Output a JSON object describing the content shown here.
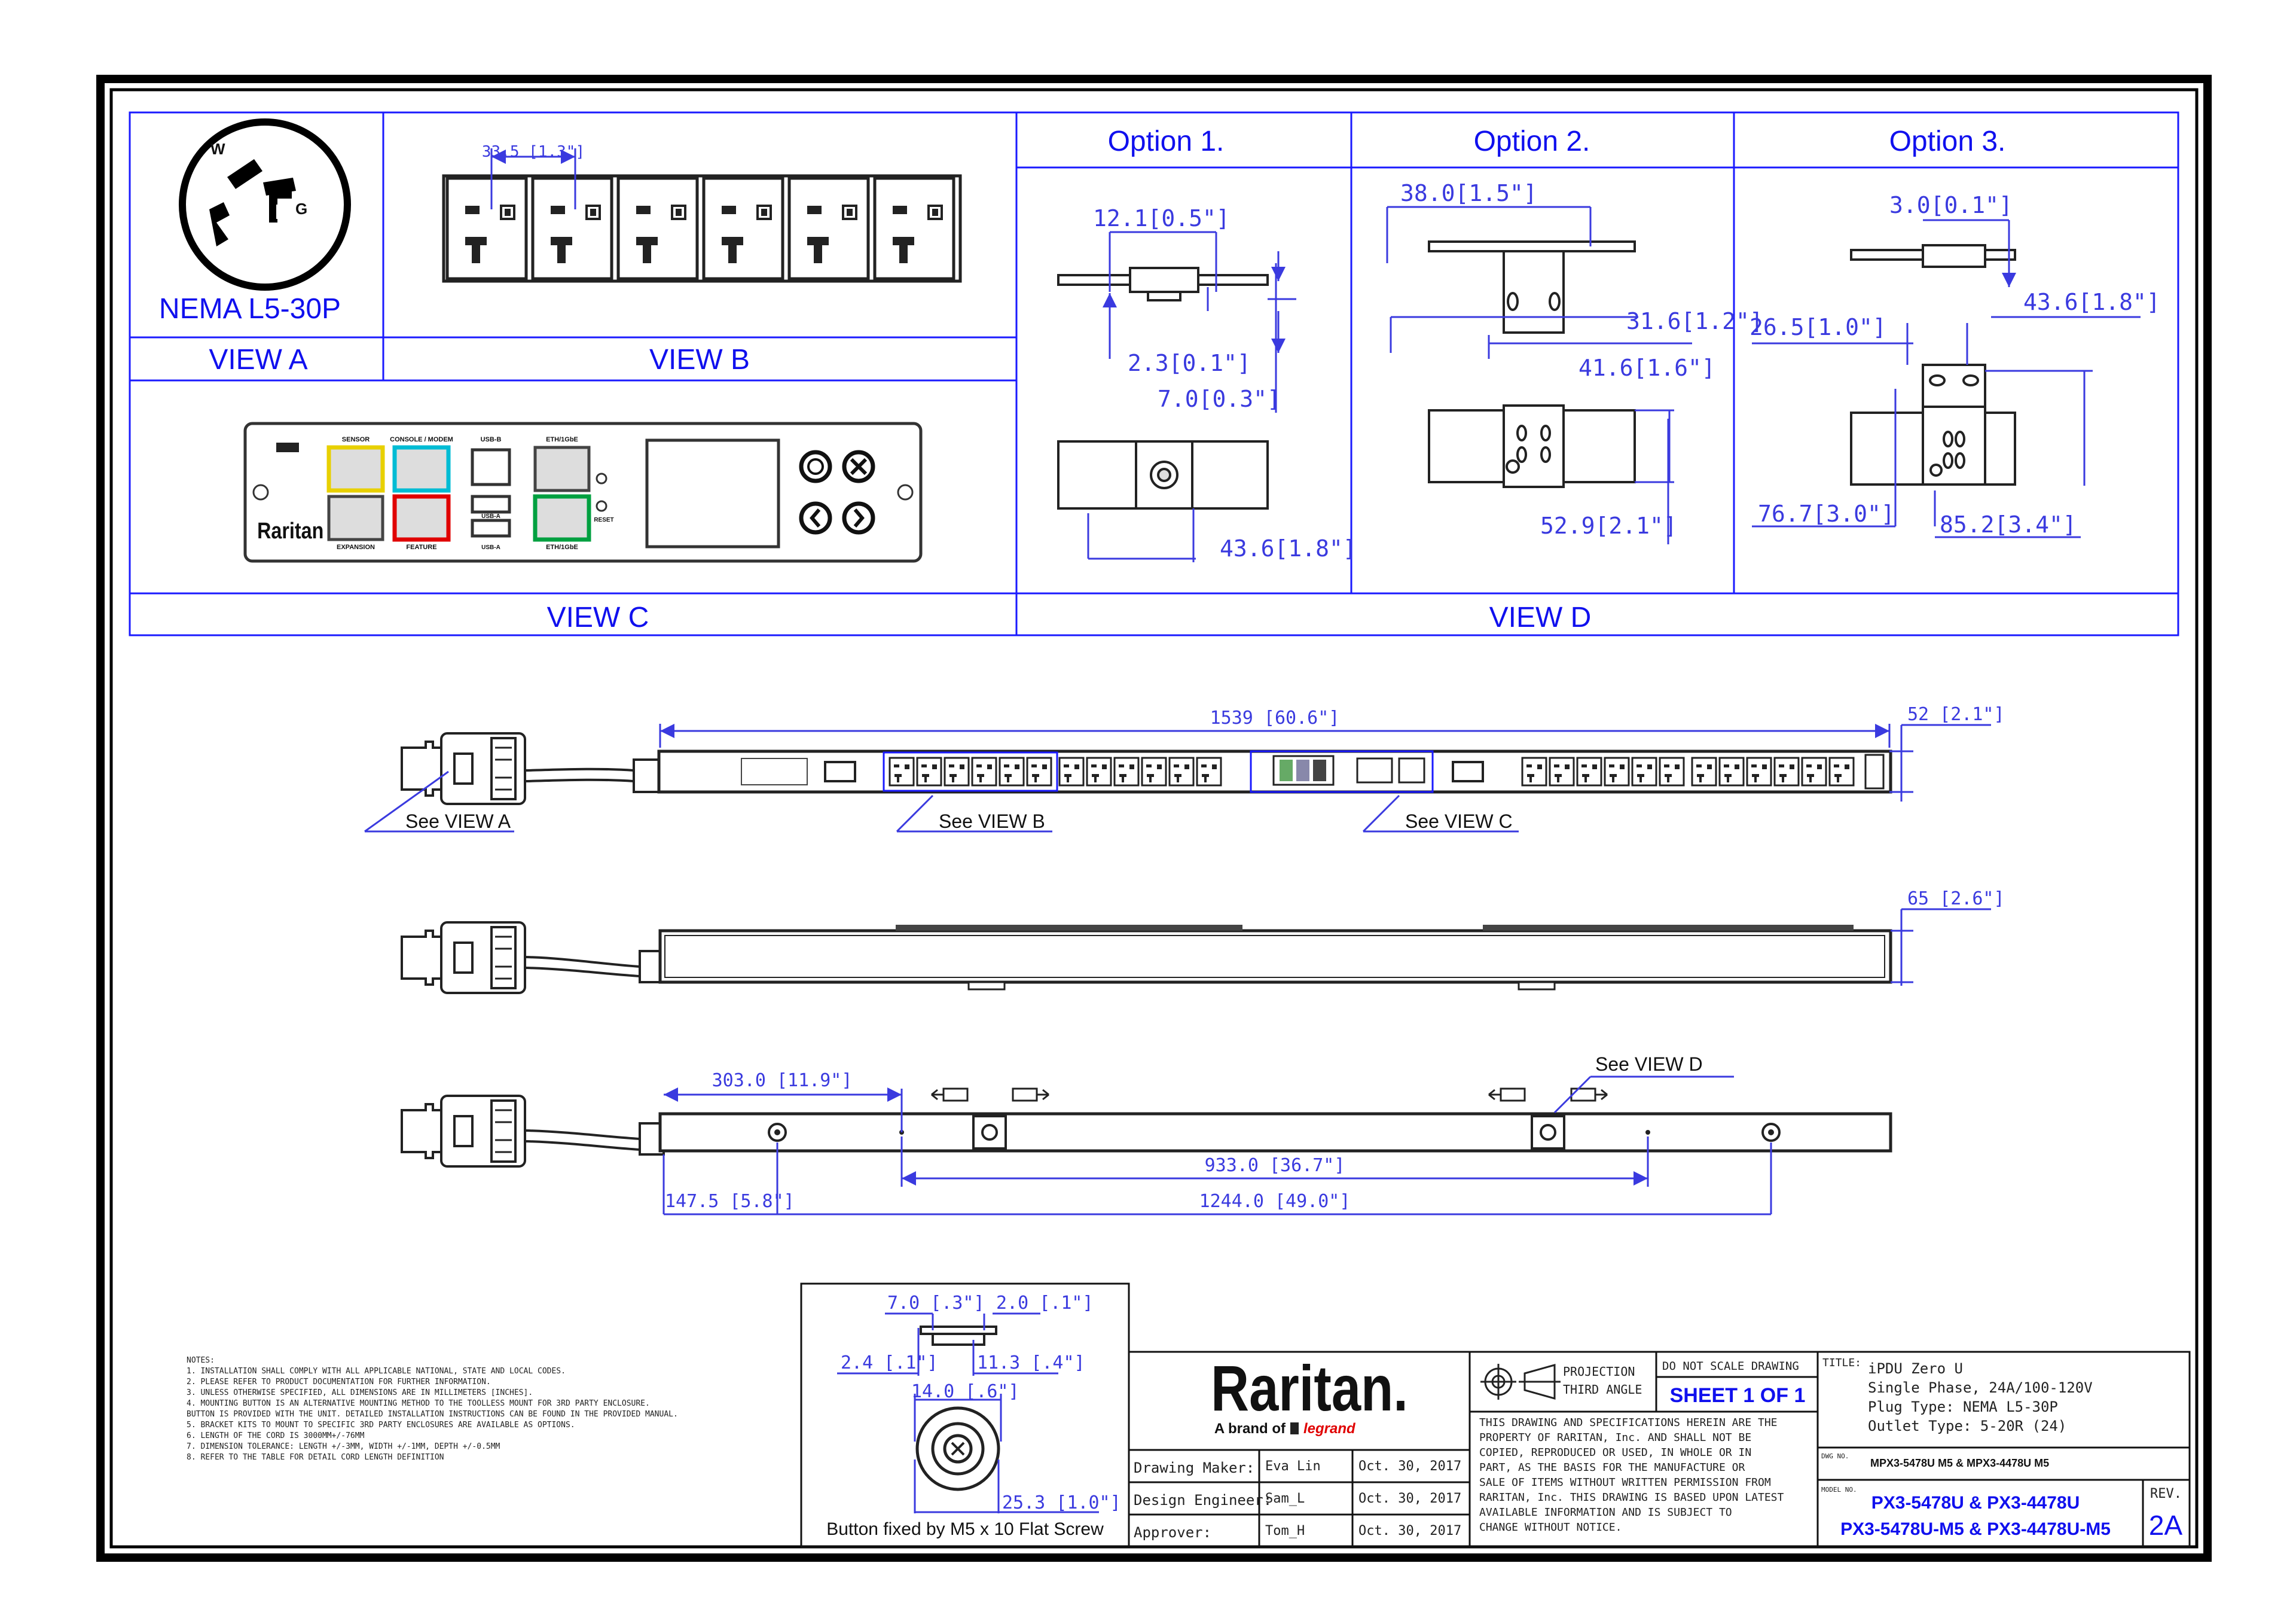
{
  "views": {
    "plug_label": "NEMA L5-30P",
    "plug_w": "W",
    "plug_g": "G",
    "view_a": "VIEW A",
    "view_b": "VIEW B",
    "view_c": "VIEW C",
    "view_d": "VIEW D",
    "option1": "Option 1.",
    "option2": "Option  2.",
    "option3": "Option 3."
  },
  "view_b_dims": {
    "outlet_pitch": "33.5 [1.3\"]"
  },
  "view_c_labels": {
    "brand": "Raritan",
    "sensor": "SENSOR",
    "console": "CONSOLE / MODEM",
    "usb_b": "USB-B",
    "eth1": "ETH/1GbE",
    "expansion": "EXPANSION",
    "feature": "FEATURE",
    "usb_a1": "USB-A",
    "usb_a2": "USB-A",
    "eth2": "ETH/1GbE",
    "reset": "RESET"
  },
  "option1_dims": {
    "a": "12.1[0.5\"]",
    "b": "2.3[0.1\"]",
    "c": "7.0[0.3\"]",
    "d": "43.6[1.8\"]"
  },
  "option2_dims": {
    "a": "38.0[1.5\"]",
    "b": "31.6[1.2\"]",
    "c": "41.6[1.6\"]",
    "d": "52.9[2.1\"]"
  },
  "option3_dims": {
    "a": "3.0[0.1\"]",
    "b": "26.5[1.0\"]",
    "c": "43.6[1.8\"]",
    "d": "76.7[3.0\"]",
    "e": "85.2[3.4\"]"
  },
  "main_dims": {
    "length": "1539  [60.6\"]",
    "width": "52  [2.1\"]",
    "depth": "65  [2.6\"]",
    "d303": "303.0  [11.9\"]",
    "d933": "933.0  [36.7\"]",
    "d1475": "147.5  [5.8\"]",
    "d1244": "1244.0  [49.0\"]"
  },
  "callouts": {
    "see_a": "See VIEW A",
    "see_b": "See VIEW B",
    "see_c": "See VIEW C",
    "see_d": "See VIEW D"
  },
  "button_detail": {
    "d1": "7.0  [.3\"]",
    "d2": "2.0  [.1\"]",
    "d3": "2.4  [.1\"]",
    "d4": "11.3  [.4\"]",
    "d5": "14.0  [.6\"]",
    "d6": "25.3  [1.0\"]",
    "caption": "Button fixed by M5 x 10 Flat Screw"
  },
  "notes": [
    "NOTES:",
    "1. INSTALLATION SHALL COMPLY WITH ALL APPLICABLE NATIONAL, STATE AND LOCAL CODES.",
    "2. PLEASE REFER TO PRODUCT DOCUMENTATION FOR FURTHER INFORMATION.",
    "3. UNLESS OTHERWISE SPECIFIED, ALL DIMENSIONS ARE IN MILLIMETERS [INCHES].",
    "4. MOUNTING BUTTON IS AN ALTERNATIVE MOUNTING METHOD TO THE TOOLLESS MOUNT FOR 3RD PARTY ENCLOSURE.",
    "   BUTTON IS PROVIDED WITH THE UNIT. DETAILED INSTALLATION INSTRUCTIONS CAN BE FOUND IN THE PROVIDED MANUAL.",
    "5. BRACKET KITS TO MOUNT TO SPECIFIC 3RD PARTY ENCLOSURES ARE AVAILABLE AS OPTIONS.",
    "6. LENGTH OF THE CORD IS 3000MM+/-76MM",
    "7. DIMENSION TOLERANCE: LENGTH +/-3MM, WIDTH +/-1MM, DEPTH +/-0.5MM",
    "8. REFER TO THE TABLE FOR DETAIL CORD LENGTH DEFINITION"
  ],
  "title_block": {
    "logo": "Raritan.",
    "logo_sub": "A brand of",
    "logo_legrand": "legrand",
    "rows": [
      {
        "role": "Drawing Maker:",
        "name": "Eva Lin",
        "date": "Oct. 30, 2017"
      },
      {
        "role": "Design Engineer:",
        "name": "Sam_L",
        "date": "Oct. 30, 2017"
      },
      {
        "role": "Approver:",
        "name": "Tom_H",
        "date": "Oct. 30, 2017"
      }
    ],
    "projection": "PROJECTION",
    "third_angle": "THIRD ANGLE",
    "do_not_scale": "DO NOT SCALE DRAWING",
    "sheet": "SHEET 1 OF 1",
    "legal": [
      "THIS DRAWING AND SPECIFICATIONS HEREIN ARE THE",
      "PROPERTY OF RARITAN, Inc. AND SHALL NOT BE",
      "COPIED, REPRODUCED OR USED, IN WHOLE OR IN",
      "PART, AS THE BASIS FOR THE MANUFACTURE OR",
      "SALE OF ITEMS WITHOUT WRITTEN PERMISSION FROM",
      "RARITAN, Inc. THIS DRAWING IS BASED UPON LATEST",
      "AVAILABLE INFORMATION AND IS SUBJECT TO",
      "CHANGE WITHOUT NOTICE."
    ],
    "title_label": "TITLE:",
    "title_lines": [
      "iPDU Zero U",
      "Single Phase, 24A/100-120V",
      "Plug Type: NEMA L5-30P",
      "Outlet Type: 5-20R (24)"
    ],
    "dwg_label": "DWG NO.",
    "dwg_no": "MPX3-5478U M5 & MPX3-4478U M5",
    "model_label": "MODEL NO.",
    "model_line1": "PX3-5478U & PX3-4478U",
    "model_line2": "PX3-5478U-M5 & PX3-4478U-M5",
    "rev_label": "REV.",
    "rev": "2A"
  },
  "colors": {
    "frame": "#000000",
    "line": "#1a1aff",
    "dim_text": "#3a3adf"
  }
}
